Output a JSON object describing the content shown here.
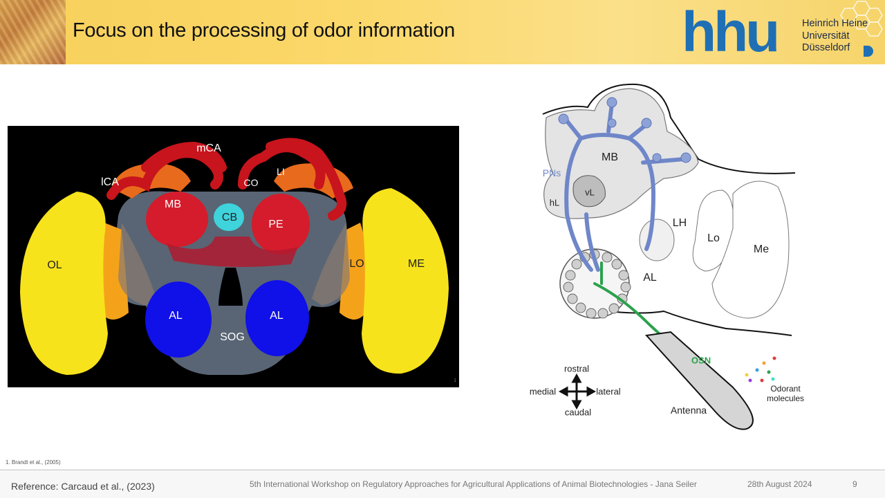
{
  "slide": {
    "title": "Focus on the processing of odor information",
    "logo": {
      "wordmark": "hhu",
      "name_lines": [
        "Heinrich Heine",
        "Universität",
        "Düsseldorf"
      ]
    },
    "colors": {
      "header": "#fbd86a",
      "hhu_blue": "#1f6fb5",
      "pns_blue": "#6f87c9",
      "osn_green": "#2ba24c"
    }
  },
  "brain_figure": {
    "labels": {
      "mca": "mCA",
      "lca": "lCA",
      "co": "CO",
      "li": "LI",
      "mb": "MB",
      "cb": "CB",
      "pe": "PE",
      "ol": "OL",
      "lo": "LO",
      "me": "ME",
      "al_left": "AL",
      "al_right": "AL",
      "sog": "SOG"
    },
    "footnote_mark": "1"
  },
  "diagram": {
    "labels": {
      "pns": "PNs",
      "mb": "MB",
      "vl": "vL",
      "hl": "hL",
      "lh": "LH",
      "lo": "Lo",
      "me": "Me",
      "al": "AL",
      "osn": "OSN",
      "antenna": "Antenna",
      "odorant": "Odorant molecules",
      "rostral": "rostral",
      "caudal": "caudal",
      "medial": "medial",
      "lateral": "lateral"
    }
  },
  "footer": {
    "footnote": "1. Brandt et al., (2005)",
    "reference": "Reference: Carcaud et al., (2023)",
    "workshop": "5th International Workshop on Regulatory Approaches for Agricultural Applications of Animal Biotechnologies - Jana Seiler",
    "date": "28th August 2024",
    "page": "9"
  }
}
